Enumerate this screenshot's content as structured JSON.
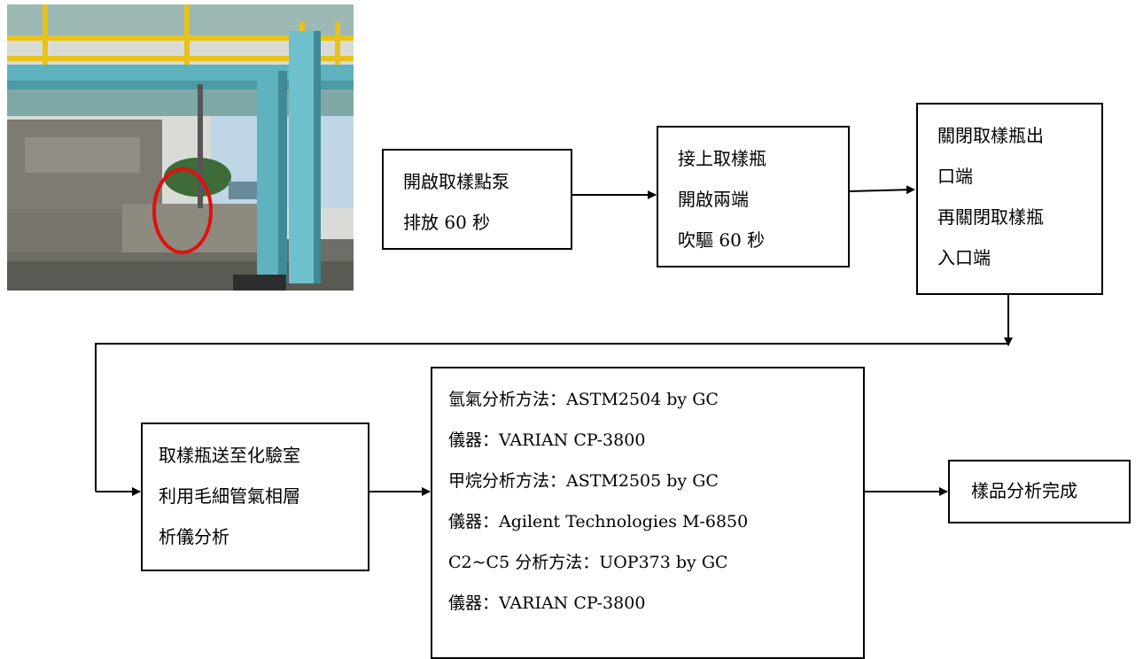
{
  "flow": {
    "step1": [
      "開啟取樣點泵",
      "排放 60 秒"
    ],
    "step2": [
      "接上取樣瓶",
      "開啟兩端",
      "吹驅 60 秒"
    ],
    "step3": [
      "關閉取樣瓶出",
      "口端",
      "再關閉取樣瓶",
      "入口端"
    ],
    "step4": [
      "取樣瓶送至化驗室",
      "利用毛細管氣相層",
      "析儀分析"
    ],
    "step5": [
      "氫氣分析方法：ASTM2504 by GC",
      "儀器：VARIAN CP-3800",
      "甲烷分析方法：ASTM2505 by GC",
      "儀器：Agilent Technologies M-6850",
      "C2~C5 分析方法：UOP373 by GC",
      "儀器：VARIAN CP-3800"
    ],
    "step6": [
      "樣品分析完成"
    ]
  },
  "colors": {
    "steel": "#5fb3bf",
    "rail": "#e8c21a",
    "concrete": "#8a8a80",
    "highlight": "#e01010"
  },
  "photo": {
    "subject": "sampling-point-photo",
    "annotation": "red-ellipse-highlight"
  }
}
